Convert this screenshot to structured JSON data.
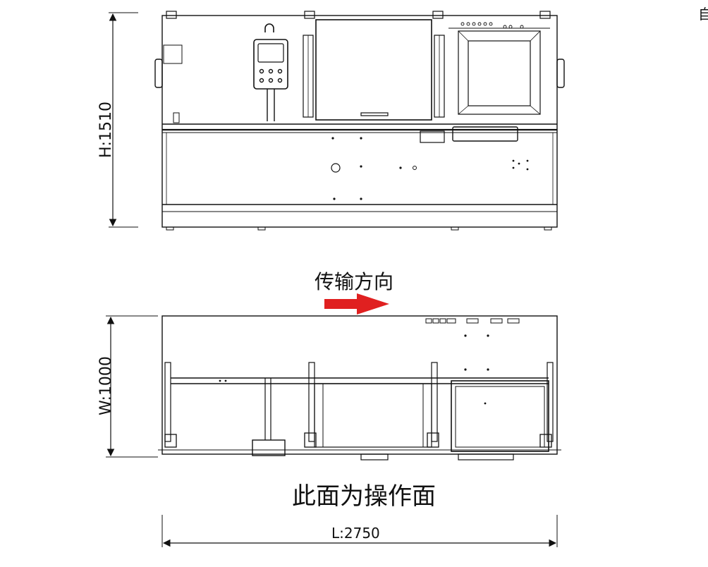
{
  "dimensions": {
    "height": "H:1510",
    "width": "W:1000",
    "length": "L:2750"
  },
  "labels": {
    "transport_direction": "传输方向",
    "operation_side": "此面为操作面",
    "corner_fragment": "自"
  },
  "colors": {
    "line": "#111111",
    "arrow": "#e02020",
    "background": "#ffffff"
  }
}
